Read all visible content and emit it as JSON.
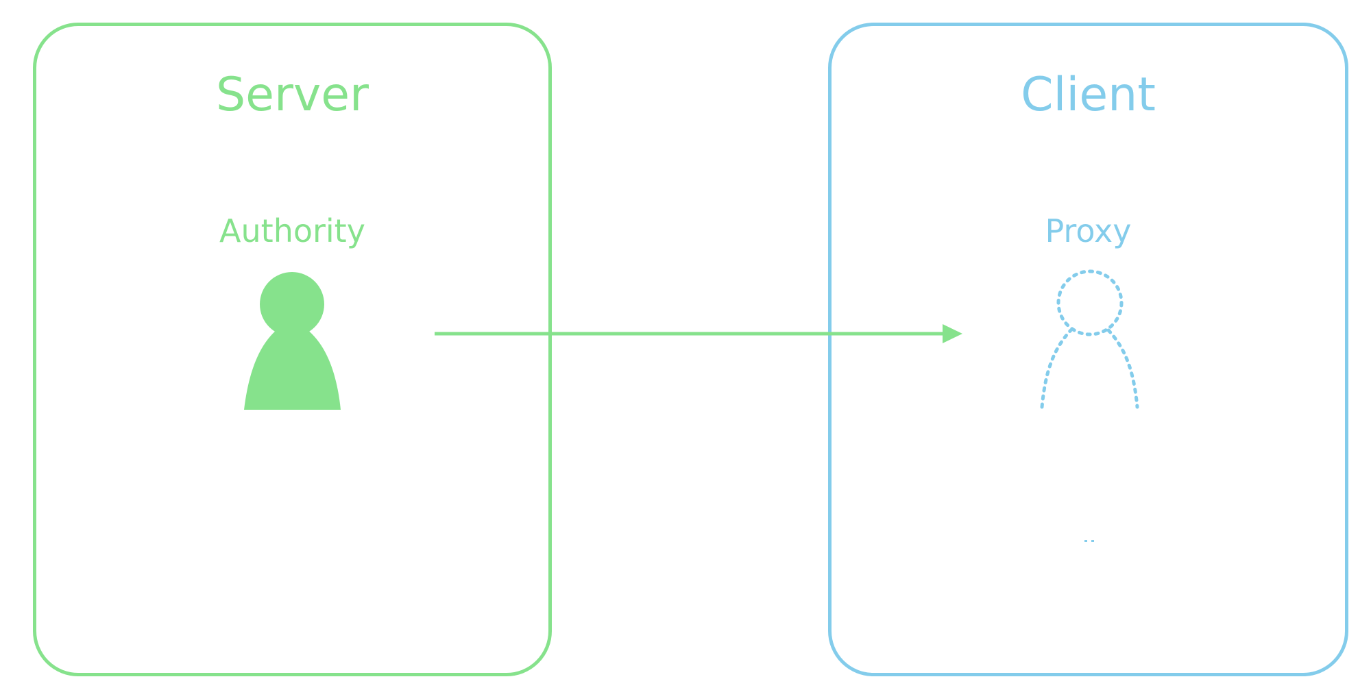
{
  "server": {
    "title": "Server",
    "role_label": "Authority",
    "color": "#86e28c",
    "icon": "person-solid-icon"
  },
  "client": {
    "title": "Client",
    "role_label": "Proxy",
    "color": "#83cceb",
    "icon": "person-dotted-icon"
  },
  "connector": {
    "icon": "arrow-right-icon",
    "direction": "server-to-client",
    "color": "#86e28c"
  }
}
